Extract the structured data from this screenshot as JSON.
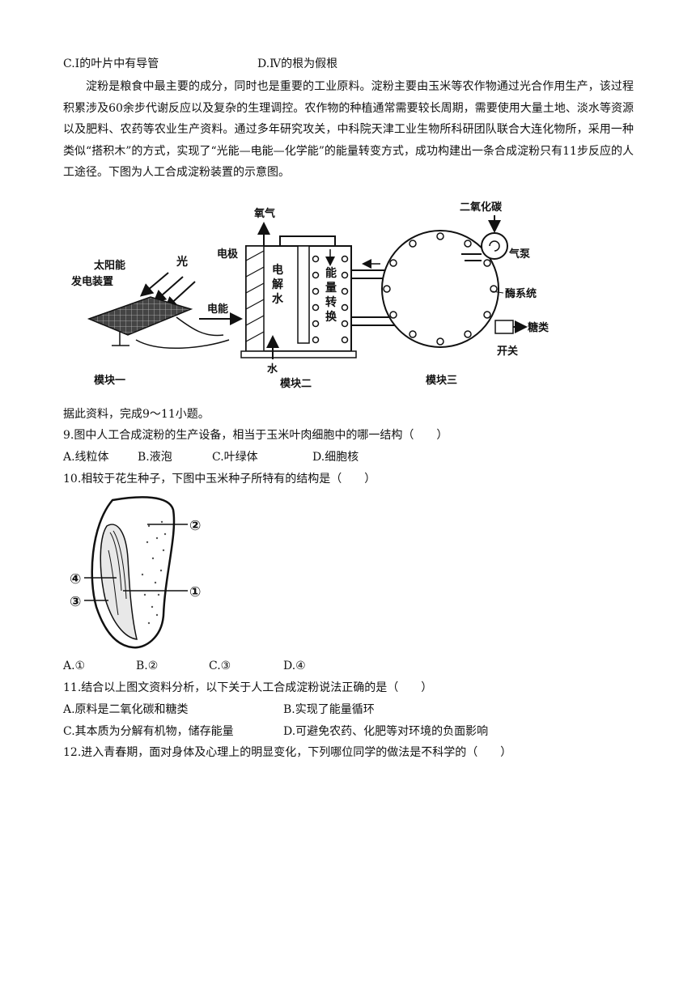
{
  "q8_options": {
    "c": "C.Ⅰ的叶片中有导管",
    "d": "D.Ⅳ的根为假根"
  },
  "passage": "淀粉是粮食中最主要的成分，同时也是重要的工业原料。淀粉主要由玉米等农作物通过光合作用生产，该过程积累涉及60余步代谢反应以及复杂的生理调控。农作物的种植通常需要较长周期，需要使用大量土地、淡水等资源以及肥料、农药等农业生产资料。通过多年研究攻关，中科院天津工业生物所科研团队联合大连化物所，采用一种类似“搭积木”的方式，实现了“光能—电能—化学能”的能量转变方式，成功构建出一条合成淀粉只有11步反应的人工途径。下图为人工合成淀粉装置的示意图。",
  "diagram1": {
    "solar": "太阳能",
    "device": "发电装置",
    "light": "光",
    "electric_energy": "电能",
    "electrode": "电极",
    "oxygen": "氧气",
    "electrolysis": "电解水",
    "energy_conv": "能量转换",
    "water": "水",
    "co2": "二氧化碳",
    "pump": "气泵",
    "enzyme": "酶系统",
    "sugar": "糖类",
    "switch": "开关",
    "module1": "模块一",
    "module2": "模块二",
    "module3": "模块三"
  },
  "instruction": "据此资料，完成9～11小题。",
  "q9": {
    "stem": "9.图中人工合成淀粉的生产设备，相当于玉米叶肉细胞中的哪一结构（　　）",
    "a": "A.线粒体",
    "b": "B.液泡",
    "c": "C.叶绿体",
    "d": "D.细胞核"
  },
  "q10": {
    "stem": "10.相较于花生种子，下图中玉米种子所特有的结构是（　　）",
    "labels": [
      "①",
      "②",
      "③",
      "④"
    ],
    "a": "A.①",
    "b": "B.②",
    "c": "C.③",
    "d": "D.④"
  },
  "q11": {
    "stem": "11.结合以上图文资料分析，以下关于人工合成淀粉说法正确的是（　　）",
    "a": "A.原料是二氧化碳和糖类",
    "b": "B.实现了能量循环",
    "c": "C.其本质为分解有机物，储存能量",
    "d": "D.可避免农药、化肥等对环境的负面影响"
  },
  "q12": {
    "stem": "12.进入青春期，面对身体及心理上的明显变化，下列哪位同学的做法是不科学的（　　）"
  }
}
